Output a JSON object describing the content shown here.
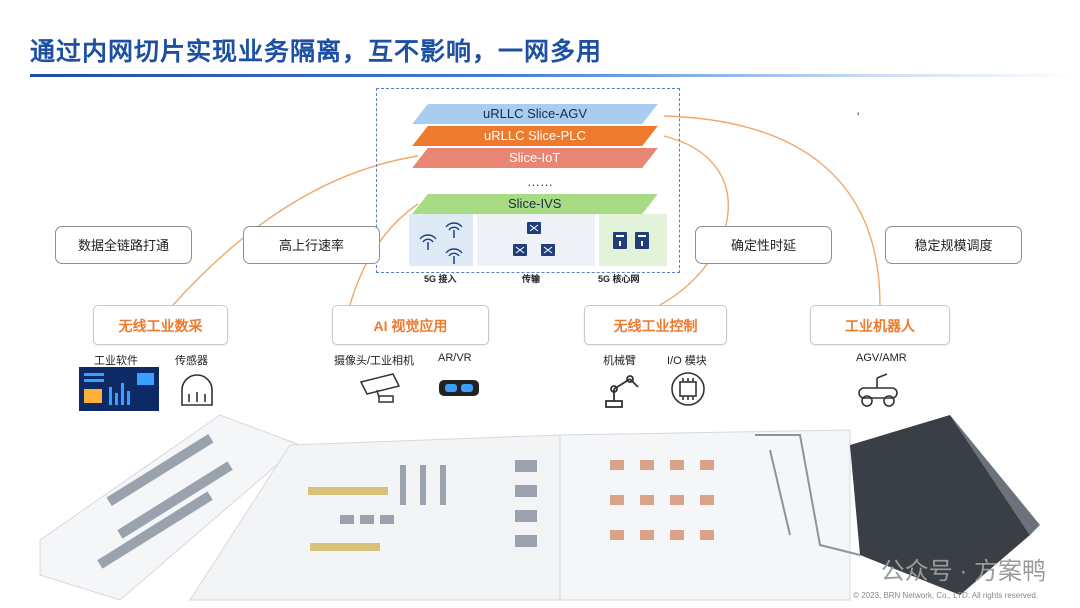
{
  "slide": {
    "title": "通过内网切片实现业务隔离，互不影响，一网多用",
    "stray_mark": "'"
  },
  "slices": {
    "items": [
      "uRLLC Slice-AGV",
      "uRLLC Slice-PLC",
      "Slice-IoT",
      "Slice-IVS"
    ],
    "ellipsis": "……",
    "network": {
      "access": "5G 接入",
      "transport": "传输",
      "core": "5G 核心网"
    }
  },
  "bubbles": [
    "数据全链路打通",
    "高上行速率",
    "确定性时延",
    "稳定规模调度"
  ],
  "categories": [
    "无线工业数采",
    "AI 视觉应用",
    "无线工业控制",
    "工业机器人"
  ],
  "devices": {
    "industrial_software": "工业软件",
    "sensor": "传感器",
    "camera": "摄像头/工业相机",
    "arvr": "AR/VR",
    "robot_arm": "机械臂",
    "io_module": "I/O 模块",
    "agv": "AGV/AMR"
  },
  "footer": {
    "watermark": "公众号 · 方案鸭",
    "copyright": "© 2023, BRN Network, Co., LTD. All rights reserved."
  },
  "colors": {
    "title": "#1d4fa3",
    "accent_orange": "#ee7a2e",
    "slice_agv": "#a8cdf0",
    "slice_plc": "#ee7a2e",
    "slice_iot": "#e98573",
    "slice_ivs": "#a7dc85",
    "connector": "#f0a869"
  }
}
